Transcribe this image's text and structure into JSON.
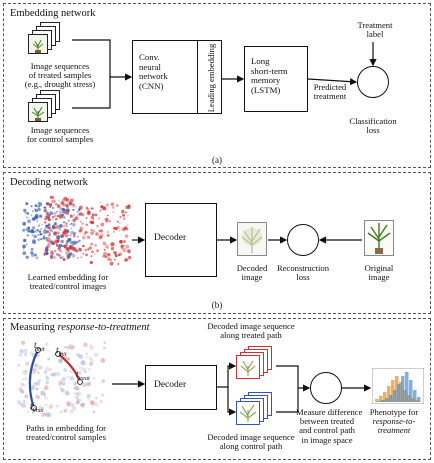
{
  "panel_a": {
    "title": "Embedding network",
    "caption": "(a)",
    "treated_label": [
      "Image sequences",
      "of treated samples",
      "(e.g., drought stress)"
    ],
    "control_label": [
      "Image sequences",
      "for control samples"
    ],
    "cnn_label": [
      "Conv.",
      "neural",
      "network",
      "(CNN)"
    ],
    "leading_label": "Leading embedding",
    "lstm_label": [
      "Long",
      "short-term",
      "memory",
      "(LSTM)"
    ],
    "predicted_label": [
      "Predicted",
      "treatment"
    ],
    "treatment_label": [
      "Treatment",
      "label"
    ],
    "loss_label": [
      "Classification",
      "loss"
    ]
  },
  "panel_b": {
    "title": "Decoding network",
    "caption": "(b)",
    "embedding_label": [
      "Learned embedding for",
      "treated/control images"
    ],
    "decoder_label": "Decoder",
    "decoded_label": [
      "Decoded",
      "image"
    ],
    "recon_label": [
      "Reconstruction",
      "loss"
    ],
    "original_label": [
      "Original",
      "image"
    ]
  },
  "panel_c": {
    "title_prefix": "Measuring ",
    "title_emph": "response-to-treatment",
    "t_init_1": "t",
    "t_init_1_sub": "init",
    "t_init_2": "t",
    "t_init_2_sub": "init",
    "t_treat": "t",
    "t_treat_sub": "treat",
    "t_final": "t",
    "t_final_sub": "final",
    "paths_label": [
      "Paths in embedding for",
      "treated/control samples"
    ],
    "decoder_label": "Decoder",
    "treated_seq_label": [
      "Decoded image sequence",
      "along treated path"
    ],
    "control_seq_label": [
      "Decoded image sequence",
      "along control path"
    ],
    "measure_label": [
      "Measure difference",
      "between treated",
      "and control path",
      "in image space"
    ],
    "phenotype_label": "Phenotype for",
    "phenotype_emph": [
      "response-to-",
      "treatment"
    ]
  },
  "colors": {
    "treated": "#d83a3a",
    "control": "#3a5fb8",
    "hist_orange": "#e89a3c",
    "hist_blue": "#4a8fd0"
  }
}
